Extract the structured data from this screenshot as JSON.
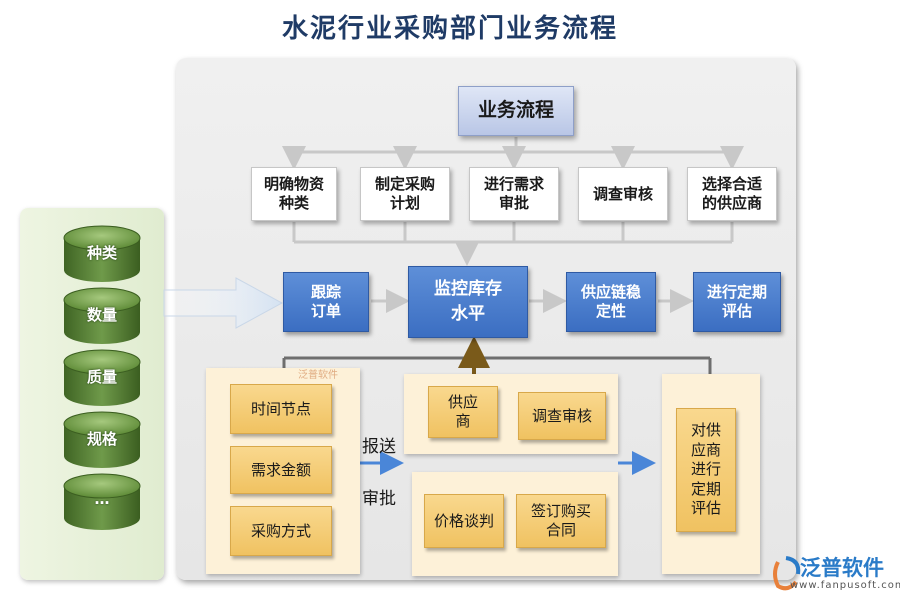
{
  "title": "水泥行业采购部门业务流程",
  "header_box": "业务流程",
  "steps": [
    "明确物资\n种类",
    "制定采购\n计划",
    "进行需求\n审批",
    "调查审核",
    "选择合适\n的供应商"
  ],
  "flow_boxes": {
    "track": "跟踪\n订单",
    "monitor": "监控库存\n水平",
    "supply": "供应链稳\n定性",
    "evaluate": "进行定期\n评估"
  },
  "attributes": [
    "种类",
    "数量",
    "质量",
    "规格",
    "…"
  ],
  "left_items": [
    "时间节点",
    "需求金额",
    "采购方式"
  ],
  "mid_top": [
    "供应\n商",
    "调查审核"
  ],
  "mid_bottom": [
    "价格谈判",
    "签订购买\n合同"
  ],
  "right_item": "对供\n应商\n进行\n定期\n评估",
  "labels": {
    "report": "报送",
    "approve": "审批"
  },
  "watermark_small": "泛普软件",
  "logo": {
    "name": "泛普软件",
    "url": "www.fanpusoft.com"
  },
  "colors": {
    "title": "#1f3b66",
    "blue_box": "#3b6ec2",
    "gold_box": "#f0c261",
    "cylinder": "#4f7a2e",
    "arrow": "#4a86d8"
  }
}
